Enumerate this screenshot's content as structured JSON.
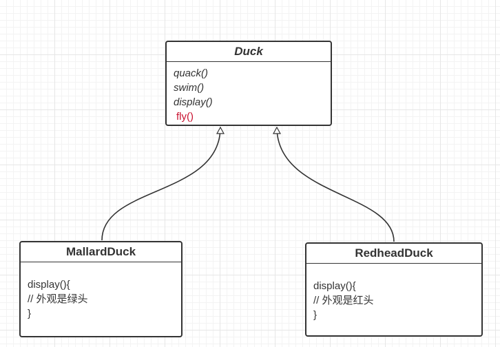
{
  "classes": {
    "duck": {
      "name": "Duck",
      "abstract": true,
      "methods": [
        {
          "label": "quack()",
          "style": "abstract"
        },
        {
          "label": "swim()",
          "style": "abstract"
        },
        {
          "label": "display()",
          "style": "abstract"
        },
        {
          "label": "fly()",
          "style": "highlight",
          "color": "#c8102e"
        }
      ]
    },
    "mallard": {
      "name": "MallardDuck",
      "body_lines": [
        "display(){",
        "// 外观是绿头",
        "}"
      ]
    },
    "redhead": {
      "name": "RedheadDuck",
      "body_lines": [
        "display(){",
        "// 外观是红头",
        "}"
      ]
    }
  },
  "relations": [
    {
      "from": "MallardDuck",
      "to": "Duck",
      "type": "generalization"
    },
    {
      "from": "RedheadDuck",
      "to": "Duck",
      "type": "generalization"
    }
  ],
  "colors": {
    "stroke": "#333333",
    "highlight": "#c8102e",
    "grid": "#e6e6e6"
  }
}
